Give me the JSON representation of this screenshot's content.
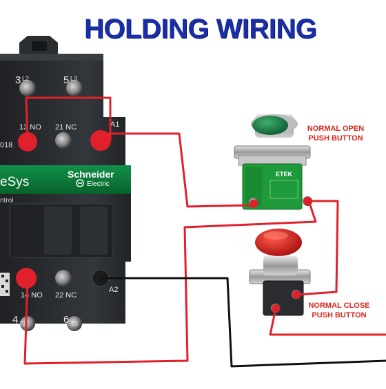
{
  "title": "HOLDING WIRING",
  "contactor": {
    "brand": "Schneider",
    "brand_sub": "Electric",
    "series": "eSys",
    "model_fragment": "018",
    "panel_label": "ntrol",
    "terminals_top": [
      {
        "main": "3",
        "sub": "L2"
      },
      {
        "main": "5",
        "sub": "L3"
      }
    ],
    "terminals_mid": [
      "13 NO",
      "21 NC",
      "A1"
    ],
    "terminals_low": [
      "14 NO",
      "22 NC",
      "A2"
    ],
    "terminals_bottom": [
      {
        "main": "4",
        "sub": "T2"
      },
      {
        "main": "6",
        "sub": "T3"
      }
    ]
  },
  "buttons": {
    "open": {
      "label_line1": "NORMAL OPEN",
      "label_line2": "PUSH BUTTON",
      "brand": "ETEK",
      "body_color": "#1f9a3a",
      "cap_color": "#1d7a45"
    },
    "close": {
      "label_line1": "NORMAL CLOSE",
      "label_line2": "PUSH BUTTON",
      "cap_color": "#d42020"
    }
  },
  "colors": {
    "title": "#1a2ea8",
    "wire_red": "#e0202a",
    "wire_black": "#111111",
    "contactor_body": "#2a2d30",
    "contactor_green": "#0b7a36"
  }
}
